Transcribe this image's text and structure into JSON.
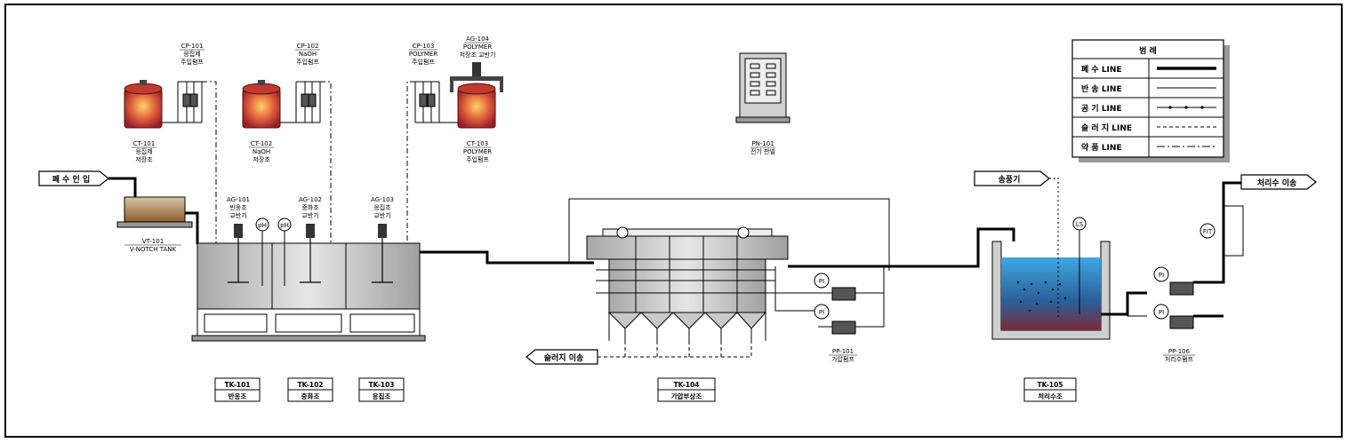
{
  "colors": {
    "tank_gray": "#c9c9c9",
    "chem_tank": "#d63c2c",
    "chem_tank_glow": "#ffd26a",
    "treated_water": "#3fa7e0",
    "mud": "#8c5a2a"
  },
  "pumps_dosing": [
    {
      "id": "CP-101",
      "desc": "응집제",
      "desc2": "주입펌프"
    },
    {
      "id": "CP-102",
      "desc": "NaOH",
      "desc2": "주입펌프"
    },
    {
      "id": "CP-103",
      "desc": "POLYMER",
      "desc2": "주입펌프"
    }
  ],
  "agitator_top": {
    "id": "AG-104",
    "desc": "POLYMER",
    "desc2": "저장조 교반기"
  },
  "chem_tanks": [
    {
      "id": "CT-101",
      "desc": "응집제",
      "desc2": "저장조"
    },
    {
      "id": "CT-102",
      "desc": "NaOH",
      "desc2": "저장조"
    },
    {
      "id": "CT-103",
      "desc": "POLYMER",
      "desc2": "주입펌프"
    }
  ],
  "panel": {
    "id": "PN-101",
    "desc": "전기 판넬"
  },
  "inlet_label": "폐 수 인 입",
  "vnotch": {
    "id": "VT-101",
    "desc": "V-NOTCH TANK"
  },
  "agitators": [
    {
      "id": "AG-101",
      "desc": "반응조",
      "desc2": "교반기"
    },
    {
      "id": "AG-102",
      "desc": "중화조",
      "desc2": "교반기"
    },
    {
      "id": "AG-103",
      "desc": "응집조",
      "desc2": "교반기"
    }
  ],
  "instruments": {
    "ph": "pH",
    "pi": "PI",
    "ls": "LS",
    "fit": "FIT"
  },
  "sludge_label": "슬러지 이송",
  "blower_label": "송풍기",
  "outlet_label": "처리수 이송",
  "pressure_pump": {
    "id": "PP-101",
    "desc": "가압펌프"
  },
  "treated_pump": {
    "id": "PP-106",
    "desc": "처리수펌프"
  },
  "tank_tags": [
    {
      "id": "TK-101",
      "name": "반응조"
    },
    {
      "id": "TK-102",
      "name": "중화조"
    },
    {
      "id": "TK-103",
      "name": "응집조"
    },
    {
      "id": "TK-104",
      "name": "가압부상조"
    },
    {
      "id": "TK-105",
      "name": "처리수조"
    }
  ],
  "legend": {
    "title": "범    례",
    "rows": [
      {
        "label": "폐   수  LINE",
        "style": "thick"
      },
      {
        "label": "반   송  LINE",
        "style": "thin"
      },
      {
        "label": "공   기  LINE",
        "style": "air"
      },
      {
        "label": "슬 러 지  LINE",
        "style": "dashed"
      },
      {
        "label": "약   품  LINE",
        "style": "dashdot"
      }
    ]
  }
}
